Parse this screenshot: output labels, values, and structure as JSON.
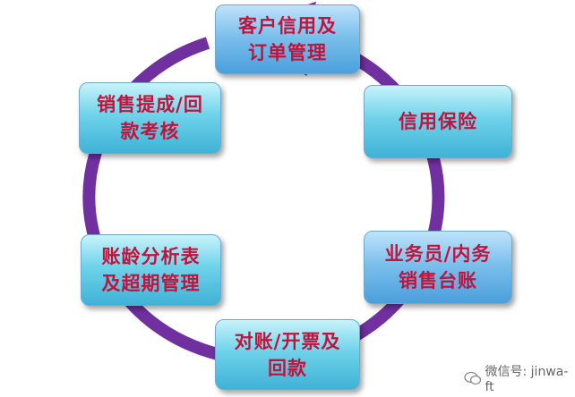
{
  "colors": {
    "ring": "#7030a0",
    "text": "#c0143c"
  },
  "nodes": [
    {
      "label": "客户信用及\n订单管理"
    },
    {
      "label": "信用保险"
    },
    {
      "label": "业务员/内务\n销售台账"
    },
    {
      "label": "对账/开票及\n回款"
    },
    {
      "label": "账龄分析表\n及超期管理"
    },
    {
      "label": "销售提成/回\n款考核"
    }
  ],
  "watermark": {
    "icon": "wechat-icon",
    "text": "微信号: jinwa-ft"
  }
}
